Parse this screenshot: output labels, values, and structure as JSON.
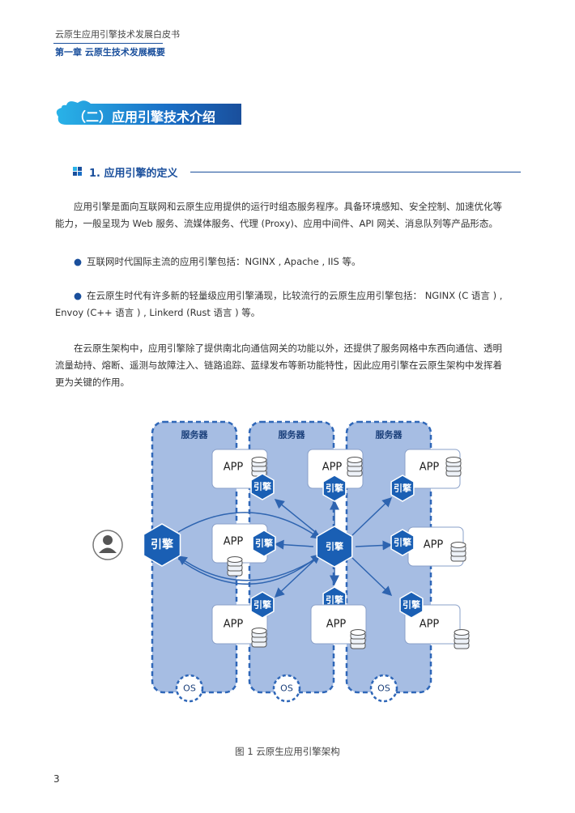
{
  "header": {
    "doc_title": "云原生应用引擎技术发展白皮书",
    "chapter": "第一章  云原生技术发展概要"
  },
  "section": {
    "title": "（二）应用引擎技术介绍"
  },
  "subsection": {
    "title": "1. 应用引擎的定义"
  },
  "paragraphs": {
    "p1_l1": "应用引擎是面向互联网和云原生应用提供的运行时组态服务程序。具备环境感知、安全控制、加速优化等",
    "p1_l2": "能力，一般呈现为 Web 服务、流媒体服务、代理 (Proxy)、应用中间件、API 网关、消息队列等产品形态。",
    "b1": "互联网时代国际主流的应用引擎包括：NGINX , Apache , IIS 等。",
    "b2_l1": "在云原生时代有许多新的轻量级应用引擎涌现，比较流行的云原生应用引擎包括： NGINX (C 语言 ) ,",
    "b2_l2": "Envoy (C++ 语言 ) , Linkerd (Rust 语言 ) 等。",
    "p2_l1": "在云原生架构中，应用引擎除了提供南北向通信网关的功能以外，还提供了服务网格中东西向通信、透明",
    "p2_l2": "流量劫持、熔断、遥测与故障注入、链路追踪、蓝绿发布等新功能特性，因此应用引擎在云原生架构中发挥着",
    "p2_l3": "更为关键的作用。"
  },
  "diagram": {
    "server_label": "服务器",
    "app_label": "APP",
    "engine_label": "引擎",
    "os_label": "OS",
    "user_icon": "user-icon",
    "database_icon": "database-icon",
    "colors": {
      "server_fill": "#a6bde3",
      "server_border": "#2f67b8",
      "engine_fill": "#1a5fb4",
      "arrow": "#2e64b0"
    }
  },
  "figure_caption": "图 1  云原生应用引擎架构",
  "page_number": "3"
}
